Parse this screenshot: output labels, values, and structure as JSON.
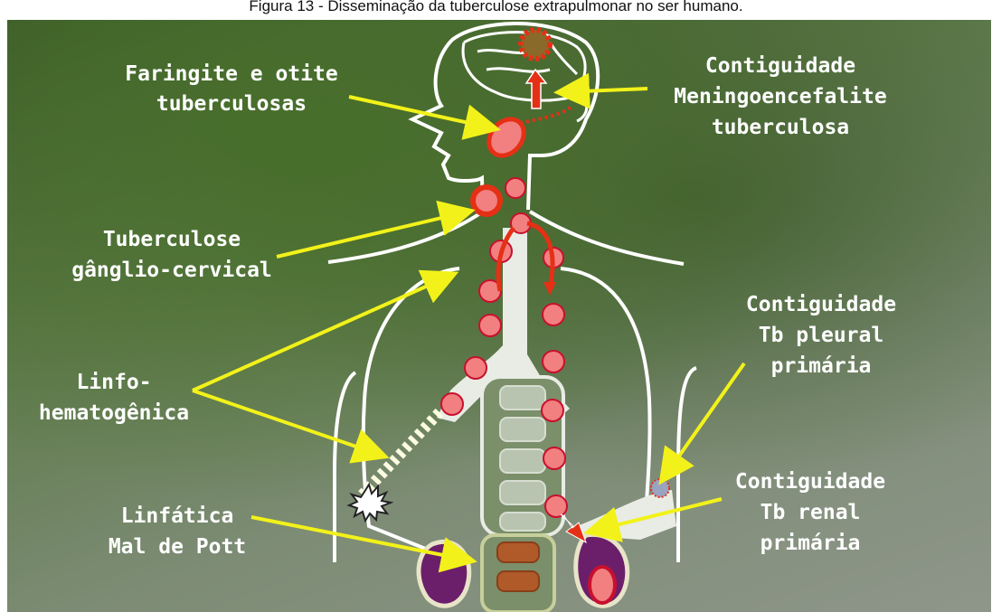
{
  "caption": "Figura 13 - Disseminação da tuberculose extrapulmonar no ser humano.",
  "labels": {
    "faringite_1": "Faringite e otite",
    "faringite_2": "tuberculosas",
    "contig_men_1": "Contiguidade",
    "contig_men_2": "Meningoencefalite",
    "contig_men_3": "tuberculosa",
    "tb_gang_1": "Tuberculose",
    "tb_gang_2": "gânglio-cervical",
    "contig_pleu_1": "Contiguidade",
    "contig_pleu_2": "Tb pleural",
    "contig_pleu_3": "primária",
    "linfo_1": "Linfo-",
    "linfo_2": "hematogênica",
    "contig_ren_1": "Contiguidade",
    "contig_ren_2": "Tb renal",
    "contig_ren_3": "primária",
    "linfatica_1": "Linfática",
    "linfatica_2": "Mal de Pott"
  },
  "colors": {
    "arrow": "#f2f21a",
    "node": "#f28080",
    "node_stroke": "#c8102e",
    "outline": "#ffffff",
    "kidney": "#6b1f6b",
    "background": "#5e7a4a"
  }
}
